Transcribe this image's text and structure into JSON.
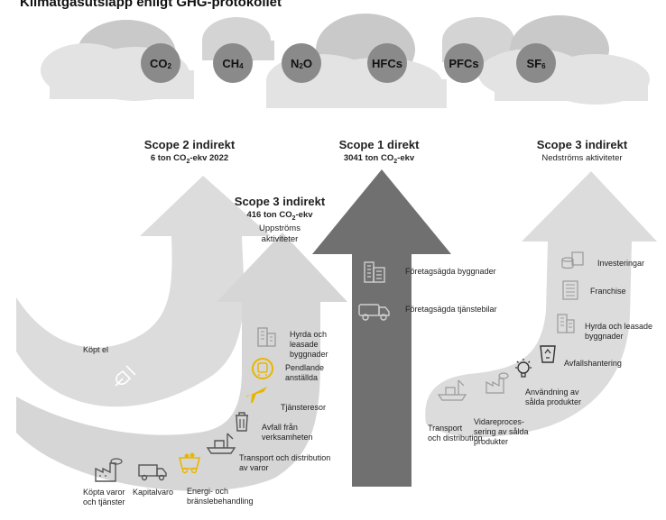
{
  "header": {
    "title": "Klimatgasutsläpp enligt GHG-protokollet"
  },
  "gases": [
    {
      "name": "CO",
      "sub": "2"
    },
    {
      "name": "CH",
      "sub": "4"
    },
    {
      "name": "N",
      "sub": "2",
      "suffix": "O"
    },
    {
      "name": "HFCs",
      "sub": ""
    },
    {
      "name": "PFCs",
      "sub": ""
    },
    {
      "name": "SF",
      "sub": "6"
    }
  ],
  "scope2": {
    "title": "Scope 2 indirekt",
    "value_pre": "6 ton CO",
    "value_sub": "2",
    "value_post": "-ekv 2022"
  },
  "scope1": {
    "title": "Scope 1 direkt",
    "value_pre": "3041 ton CO",
    "value_sub": "2",
    "value_post": "-ekv"
  },
  "scope3_up": {
    "title": "Scope 3 indirekt",
    "value_pre": "416 ton CO",
    "value_sub": "2",
    "value_post": "-ekv",
    "desc_line1": "Uppströms",
    "desc_line2": "aktiviteter"
  },
  "scope3_down": {
    "title": "Scope 3 indirekt",
    "desc": "Nedströms aktiviteter"
  },
  "labels": {
    "kopt_el": "Köpt el",
    "foretag_byggnader": "Företagsägda byggnader",
    "foretag_tjanstebilar": "Företagsägda tjänstebilar",
    "hyrda_up_1": "Hyrda och",
    "hyrda_up_2": "leasade",
    "hyrda_up_3": "byggnader",
    "pendlande_1": "Pendlande",
    "pendlande_2": "anställda",
    "tjansteresor": "Tjänsteresor",
    "avfall_1": "Avfall från",
    "avfall_2": "verksamheten",
    "transport_up_1": "Transport och distribution",
    "transport_up_2": "av varor",
    "energi_1": "Energi- och",
    "energi_2": "bränslebehandling",
    "kapitalvaro": "Kapitalvaro",
    "kopta_1": "Köpta varor",
    "kopta_2": "och tjänster",
    "investeringar": "Investeringar",
    "franchise": "Franchise",
    "hyrda_down_1": "Hyrda och leasade",
    "hyrda_down_2": "byggnader",
    "avfallshantering": "Avfallshantering",
    "anvandning_1": "Användning av",
    "anvandning_2": "sålda produkter",
    "vidare_1": "Vidareproces-",
    "vidare_2": "sering av sålda",
    "vidare_3": "produkter",
    "transport_down_1": "Transport",
    "transport_down_2": "och distribution"
  },
  "colors": {
    "arrow_light": "#dcdcdc",
    "arrow_dark": "#707070",
    "cloud": "#e3e3e3",
    "cloud_back": "#c9c9c9",
    "gas": "#8a8a8a",
    "accent": "#e8b600"
  }
}
